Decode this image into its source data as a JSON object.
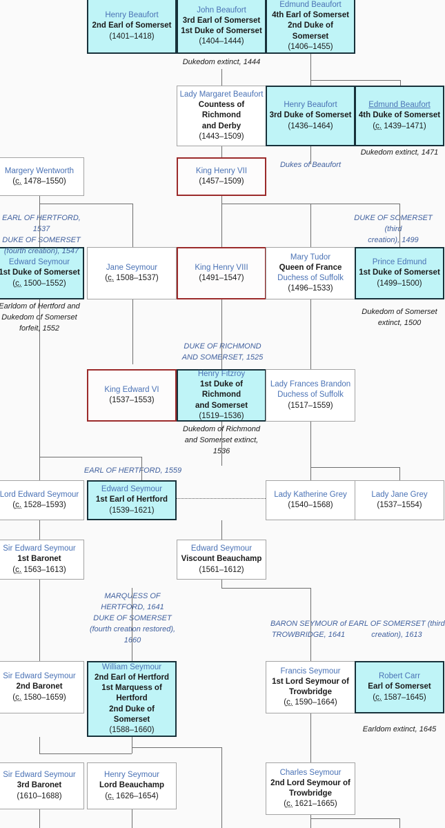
{
  "title": "Seymour / Beaufort Dukes of Somerset family tree",
  "colors": {
    "highlight_fill": "#bff4f7",
    "highlight_border": "#17313a",
    "monarch_border": "#9b2a2a",
    "plain_border": "#a3a3a3",
    "link_text": "#4a72b5",
    "annotation_blue": "#40609e",
    "line": "#6d6d6d",
    "page_background": "#fafafa"
  },
  "people": [
    {
      "id": "henry-beaufort-2nd-earl",
      "name": "Henry Beaufort",
      "titles": [
        "2nd Earl of Somerset"
      ],
      "dates": "(1401–1418)",
      "style": "highlight"
    },
    {
      "id": "john-beaufort-1st-duke",
      "name": "John Beaufort",
      "titles": [
        "3rd Earl of Somerset",
        "1st Duke of Somerset"
      ],
      "dates": "(1404–1444)",
      "style": "highlight"
    },
    {
      "id": "edmund-beaufort-2nd-duke",
      "name": "Edmund Beaufort",
      "titles": [
        "4th Earl of Somerset",
        "2nd Duke of Somerset"
      ],
      "dates": "(1406–1455)",
      "style": "highlight"
    },
    {
      "id": "lady-margaret-beaufort",
      "name": "Lady Margaret Beaufort",
      "titles": [
        "Countess of Richmond",
        "and Derby"
      ],
      "dates": "(1443–1509)",
      "style": "plain"
    },
    {
      "id": "henry-beaufort-3rd-duke",
      "name": "Henry Beaufort",
      "titles": [
        "3rd Duke of Somerset"
      ],
      "dates": "(1436–1464)",
      "style": "highlight"
    },
    {
      "id": "edmund-beaufort-4th-duke",
      "name": "Edmund Beaufort",
      "name_underlined": true,
      "titles": [
        "4th Duke of Somerset"
      ],
      "dates_prefix": "c.",
      "dates": "1439–1471",
      "style": "highlight"
    },
    {
      "id": "margery-wentworth",
      "name": "Margery Wentworth",
      "titles": [],
      "dates_prefix": "c.",
      "dates": "1478–1550",
      "style": "plain"
    },
    {
      "id": "king-henry-vii",
      "name": "King Henry VII",
      "titles": [],
      "dates": "(1457–1509)",
      "style": "monarch"
    },
    {
      "id": "edward-seymour-1st-duke",
      "name": "Edward Seymour",
      "titles": [
        "1st Duke of Somerset"
      ],
      "dates_prefix": "c.",
      "dates": "1500–1552",
      "style": "highlight"
    },
    {
      "id": "jane-seymour",
      "name": "Jane Seymour",
      "titles": [],
      "dates_prefix": "c.",
      "dates": "1508–1537",
      "style": "plain"
    },
    {
      "id": "king-henry-viii",
      "name": "King Henry VIII",
      "titles": [],
      "dates": "(1491–1547)",
      "style": "monarch"
    },
    {
      "id": "mary-tudor",
      "name": "Mary Tudor",
      "titles": [
        "Queen of France",
        "Duchess of Suffolk"
      ],
      "title_link_flags": [
        false,
        true
      ],
      "dates": "(1496–1533)",
      "style": "plain"
    },
    {
      "id": "prince-edmund",
      "name": "Prince Edmund",
      "titles": [
        "1st Duke of Somerset"
      ],
      "dates": "(1499–1500)",
      "style": "highlight"
    },
    {
      "id": "king-edward-vi",
      "name": "King Edward VI",
      "titles": [],
      "dates": "(1537–1553)",
      "style": "monarch"
    },
    {
      "id": "henry-fitzroy",
      "name": "Henry Fitzroy",
      "titles": [
        "1st Duke of Richmond",
        "and Somerset"
      ],
      "dates": "(1519–1536)",
      "style": "highlight"
    },
    {
      "id": "lady-frances-brandon",
      "name": "Lady Frances Brandon",
      "titles": [
        "Duchess of Suffolk"
      ],
      "title_link_flags": [
        true
      ],
      "dates": "(1517–1559)",
      "style": "plain"
    },
    {
      "id": "lord-edward-seymour",
      "name": "Lord Edward Seymour",
      "titles": [],
      "dates_prefix": "c.",
      "dates": "1528–1593",
      "style": "plain"
    },
    {
      "id": "edward-seymour-1st-earl-hertford",
      "name": "Edward Seymour",
      "titles": [
        "1st Earl of Hertford"
      ],
      "dates": "(1539–1621)",
      "style": "highlight"
    },
    {
      "id": "lady-katherine-grey",
      "name": "Lady Katherine Grey",
      "titles": [],
      "dates": "(1540–1568)",
      "style": "plain"
    },
    {
      "id": "lady-jane-grey",
      "name": "Lady Jane Grey",
      "titles": [],
      "dates": "(1537–1554)",
      "style": "plain"
    },
    {
      "id": "sir-edward-seymour-1st-baronet",
      "name": "Sir Edward Seymour",
      "titles": [
        "1st Baronet"
      ],
      "dates_prefix": "c.",
      "dates": "1563–1613",
      "style": "plain"
    },
    {
      "id": "edward-seymour-viscount-beauchamp",
      "name": "Edward Seymour",
      "titles": [
        "Viscount Beauchamp"
      ],
      "dates": "(1561–1612)",
      "style": "plain"
    },
    {
      "id": "sir-edward-seymour-2nd-baronet",
      "name": "Sir Edward Seymour",
      "titles": [
        "2nd Baronet"
      ],
      "dates_prefix": "c.",
      "dates": "1580–1659",
      "style": "plain"
    },
    {
      "id": "william-seymour-2nd-duke",
      "name": "William Seymour",
      "titles": [
        "2nd Earl of Hertford",
        "1st Marquess of",
        "Hertford",
        "2nd Duke of Somerset"
      ],
      "dates": "(1588–1660)",
      "style": "highlight"
    },
    {
      "id": "francis-seymour-1st-lord",
      "name": "Francis Seymour",
      "titles": [
        "1st Lord Seymour of",
        "Trowbridge"
      ],
      "dates_prefix": "c.",
      "dates": "1590–1664",
      "style": "plain"
    },
    {
      "id": "robert-carr",
      "name": "Robert Carr",
      "titles": [
        "Earl of Somerset"
      ],
      "dates_prefix": "c.",
      "dates": "1587–1645",
      "style": "highlight"
    },
    {
      "id": "sir-edward-seymour-3rd-baronet",
      "name": "Sir Edward Seymour",
      "titles": [
        "3rd Baronet"
      ],
      "dates": "(1610–1688)",
      "style": "plain"
    },
    {
      "id": "henry-seymour-lord-beauchamp",
      "name": "Henry Seymour",
      "titles": [
        "Lord Beauchamp"
      ],
      "dates_prefix": "c.",
      "dates": "1626–1654",
      "style": "plain"
    },
    {
      "id": "charles-seymour-2nd-lord",
      "name": "Charles Seymour",
      "titles": [
        "2nd Lord Seymour of",
        "Trowbridge"
      ],
      "dates_prefix": "c.",
      "dates": "1621–1665",
      "style": "plain"
    }
  ],
  "annotations": [
    {
      "id": "dukedom-extinct-1444",
      "lines": [
        "Dukedom extinct, 1444"
      ],
      "color": "black"
    },
    {
      "id": "dukedom-extinct-1471",
      "lines": [
        "Dukedom extinct, 1471"
      ],
      "color": "black"
    },
    {
      "id": "dukes-of-beaufort",
      "lines": [
        "Dukes of Beaufort"
      ],
      "color": "blue"
    },
    {
      "id": "earl-of-hertford-1537",
      "lines": [
        "EARL OF HERTFORD, 1537",
        "DUKE OF SOMERSET",
        "(fourth creation), 1547"
      ],
      "color": "blue"
    },
    {
      "id": "duke-of-somerset-1499",
      "lines": [
        "DUKE OF SOMERSET (third",
        "creation), 1499"
      ],
      "color": "blue"
    },
    {
      "id": "earldom-hertford-forfeit-1552",
      "lines": [
        "Earldom of Hertford and",
        "Dukedom of Somerset",
        "forfeit, 1552"
      ],
      "color": "black"
    },
    {
      "id": "dukedom-somerset-extinct-1500",
      "lines": [
        "Dukedom of Somerset",
        "extinct, 1500"
      ],
      "color": "black"
    },
    {
      "id": "duke-of-richmond-1525",
      "lines": [
        "DUKE OF RICHMOND",
        "AND SOMERSET, 1525"
      ],
      "color": "blue"
    },
    {
      "id": "dukedom-richmond-extinct-1536",
      "lines": [
        "Dukedom of Richmond",
        "and Somerset extinct,",
        "1536"
      ],
      "color": "black"
    },
    {
      "id": "earl-of-hertford-1559",
      "lines": [
        "EARL OF HERTFORD, 1559"
      ],
      "color": "blue"
    },
    {
      "id": "marquess-of-hertford-1641",
      "lines": [
        "MARQUESS OF",
        "HERTFORD, 1641",
        "DUKE OF SOMERSET",
        "(fourth creation restored),",
        "1660"
      ],
      "color": "blue"
    },
    {
      "id": "baron-seymour-trowbridge-1641",
      "lines": [
        "BARON SEYMOUR of",
        "TROWBRIDGE, 1641"
      ],
      "color": "blue"
    },
    {
      "id": "earl-of-somerset-1613",
      "lines": [
        "EARL OF SOMERSET (third",
        "creation), 1613"
      ],
      "color": "blue"
    },
    {
      "id": "earldom-extinct-1645",
      "lines": [
        "Earldom extinct, 1645"
      ],
      "color": "black"
    }
  ]
}
